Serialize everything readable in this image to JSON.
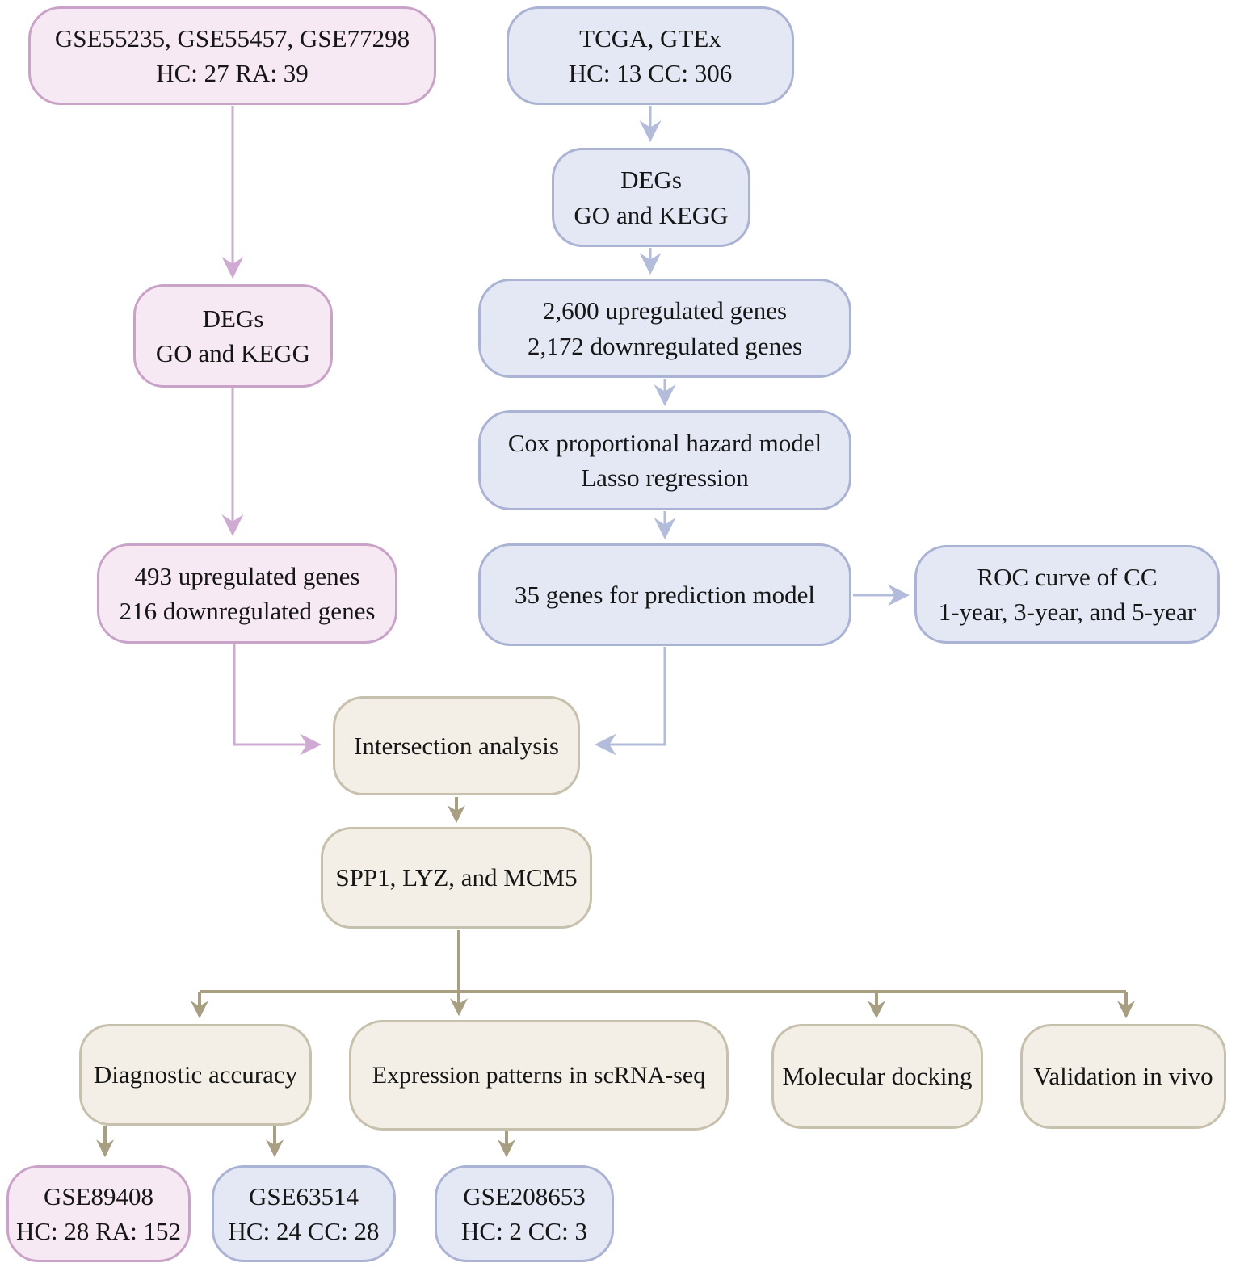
{
  "figure": {
    "type": "flowchart",
    "background": "#ffffff"
  },
  "palette": {
    "pink_fill": "#f6e9f3",
    "pink_border": "#c9a3c7",
    "pink_arrow": "#cfaad2",
    "blue_fill": "#e4e8f4",
    "blue_border": "#aab3d3",
    "blue_arrow": "#b3bcda",
    "beige_fill": "#f3efe6",
    "beige_border": "#c7c0ac",
    "tan_arrow": "#a89f83",
    "text": "#161616"
  },
  "nodes": {
    "geo_ra_datasets": {
      "lines": [
        "GSE55235、GSE55457、GSE77298",
        "HC: 27 RA: 39"
      ]
    },
    "tcga_gtex": {
      "lines": [
        "TCGA、GTEx",
        "HC: 13 CC: 306"
      ]
    },
    "ra_degs": {
      "lines": [
        "DEGs",
        "GO and KEGG"
      ]
    },
    "cc_degs": {
      "lines": [
        "DEGs",
        "GO and KEGG"
      ]
    },
    "cc_deg_counts": {
      "lines": [
        "2,600 upregulated genes",
        "2,172 downregulated genes"
      ]
    },
    "cox_lasso": {
      "lines": [
        "Cox proportional hazard model",
        "Lasso regression"
      ]
    },
    "prediction_model": {
      "lines": [
        "35 genes for prediction model"
      ]
    },
    "roc_curve": {
      "lines": [
        "ROC curve of CC",
        "1-year, 3-year, and 5-year"
      ]
    },
    "ra_deg_counts": {
      "lines": [
        "493 upregulated genes",
        "216 downregulated genes"
      ]
    },
    "intersection": {
      "lines": [
        "Intersection analysis"
      ]
    },
    "hub_genes": {
      "lines": [
        "SPP1, LYZ, and MCM5"
      ]
    },
    "diagnostic_accuracy": {
      "lines": [
        "Diagnostic accuracy"
      ]
    },
    "expression_patterns": {
      "lines": [
        "Expression patterns in scRNA-seq"
      ]
    },
    "molecular_docking": {
      "lines": [
        "Molecular docking"
      ]
    },
    "validation_vivo": {
      "lines": [
        "Validation in vivo"
      ]
    },
    "gse89408": {
      "lines": [
        "GSE89408",
        "HC: 28 RA: 152"
      ]
    },
    "gse63514": {
      "lines": [
        "GSE63514",
        "HC: 24 CC: 28"
      ]
    },
    "gse208653": {
      "lines": [
        "GSE208653",
        "HC: 2 CC: 3"
      ]
    }
  },
  "edges": [
    {
      "from": "geo_ra_datasets",
      "to": "ra_degs",
      "color": "pink"
    },
    {
      "from": "ra_degs",
      "to": "ra_deg_counts",
      "color": "pink"
    },
    {
      "from": "ra_deg_counts",
      "to": "intersection",
      "color": "pink"
    },
    {
      "from": "tcga_gtex",
      "to": "cc_degs",
      "color": "blue"
    },
    {
      "from": "cc_degs",
      "to": "cc_deg_counts",
      "color": "blue"
    },
    {
      "from": "cc_deg_counts",
      "to": "cox_lasso",
      "color": "blue"
    },
    {
      "from": "cox_lasso",
      "to": "prediction_model",
      "color": "blue"
    },
    {
      "from": "prediction_model",
      "to": "roc_curve",
      "color": "blue"
    },
    {
      "from": "prediction_model",
      "to": "intersection",
      "color": "blue"
    },
    {
      "from": "intersection",
      "to": "hub_genes",
      "color": "tan"
    },
    {
      "from": "hub_genes",
      "to": "diagnostic_accuracy",
      "color": "tan"
    },
    {
      "from": "hub_genes",
      "to": "expression_patterns",
      "color": "tan"
    },
    {
      "from": "hub_genes",
      "to": "molecular_docking",
      "color": "tan"
    },
    {
      "from": "hub_genes",
      "to": "validation_vivo",
      "color": "tan"
    },
    {
      "from": "diagnostic_accuracy",
      "to": "gse89408",
      "color": "tan"
    },
    {
      "from": "diagnostic_accuracy",
      "to": "gse63514",
      "color": "tan"
    },
    {
      "from": "expression_patterns",
      "to": "gse208653",
      "color": "tan"
    }
  ]
}
